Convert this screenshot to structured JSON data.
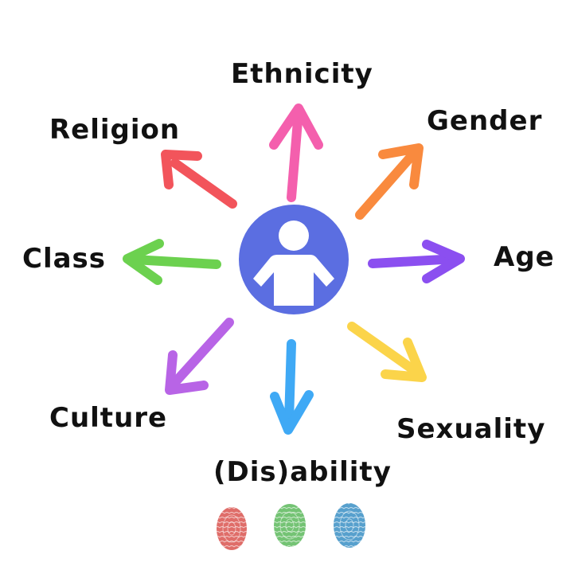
{
  "center": {
    "icon": "person-icon",
    "color": "#5b6ee1"
  },
  "labels": {
    "ethnicity": "Ethnicity",
    "gender": "Gender",
    "age": "Age",
    "sexuality": "Sexuality",
    "disability": "(Dis)ability",
    "culture": "Culture",
    "class": "Class",
    "religion": "Religion"
  },
  "arrow_colors": {
    "ethnicity": "#f45fad",
    "gender": "#f98a3e",
    "age": "#8b4ff0",
    "sexuality": "#fbd44a",
    "disability": "#3fa9f5",
    "culture": "#b864e6",
    "class": "#6cd14f",
    "religion": "#f2545b"
  },
  "fingerprints": [
    {
      "icon": "fingerprint-icon",
      "color": "#d9534f"
    },
    {
      "icon": "fingerprint-icon",
      "color": "#5cb85c"
    },
    {
      "icon": "fingerprint-icon",
      "color": "#3a8fc4"
    }
  ]
}
